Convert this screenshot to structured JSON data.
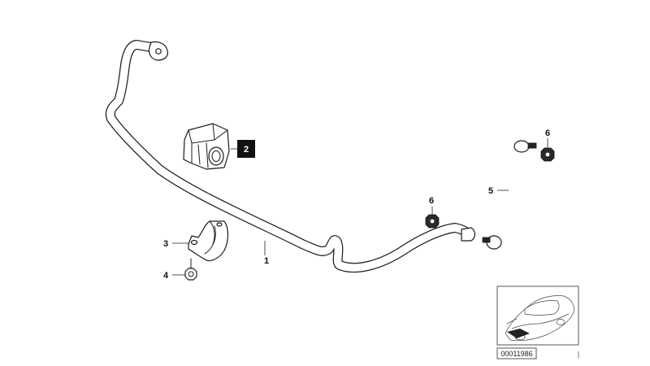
{
  "callouts": {
    "c1": "1",
    "c2": "2",
    "c3": "3",
    "c4": "4",
    "c5": "5",
    "c6_upper": "6",
    "c6_lower": "6"
  },
  "diagram_number": "00011986",
  "colors": {
    "line": "#1a1a1a",
    "callout_box": "#111111",
    "background": "#ffffff"
  }
}
